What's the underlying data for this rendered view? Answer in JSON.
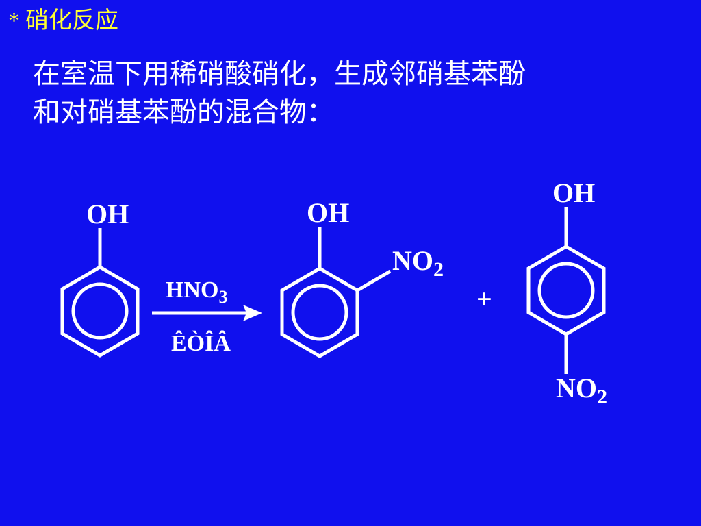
{
  "heading": {
    "bullet": "*",
    "text": "硝化反应"
  },
  "paragraph": {
    "line1": "在室温下用稀硝酸硝化，生成邻硝基苯酚",
    "line2": "和对硝基苯酚的混合物："
  },
  "scheme": {
    "reactant": {
      "oh_label": "OH"
    },
    "reagent": {
      "main": "HNO",
      "sub": "3"
    },
    "condition": "ÊÒÎÂ",
    "ortho_product": {
      "oh_label": "OH",
      "nitro_main": "NO",
      "nitro_sub": "2"
    },
    "plus": "+",
    "para_product": {
      "oh_label": "OH",
      "nitro_main": "NO",
      "nitro_sub": "2"
    }
  },
  "colors": {
    "background": "#1010ee",
    "heading": "#ffff33",
    "text": "#ffffff"
  }
}
